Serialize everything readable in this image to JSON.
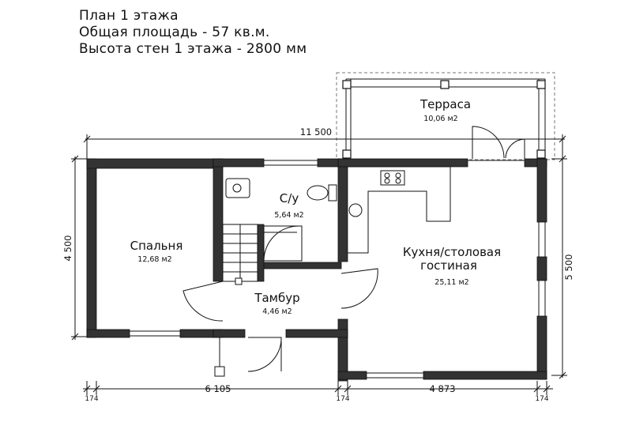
{
  "title": {
    "line1": "План 1 этажа",
    "line2": "Общая площадь - 57 кв.м.",
    "line3": "Высота стен 1 этажа - 2800 мм"
  },
  "rooms": {
    "terrace": {
      "name": "Терраса",
      "area": "10,06 м2"
    },
    "bathroom": {
      "name": "С/у",
      "area": "5,64 м2"
    },
    "bedroom": {
      "name": "Спальня",
      "area": "12,68 м2"
    },
    "kitchen": {
      "name_line1": "Кухня/столовая",
      "name_line2": "гостиная",
      "area": "25,11 м2"
    },
    "vestibule": {
      "name": "Тамбур",
      "area": "4,46 м2"
    }
  },
  "dimensions": {
    "total_width": "11 500",
    "left_depth": "4 500",
    "right_depth": "5 500",
    "bottom_wall_left": "174",
    "bottom_left_span": "6 105",
    "bottom_wall_middle": "174",
    "bottom_right_span": "4 873",
    "bottom_wall_right": "174"
  },
  "colors": {
    "wall": "#333333",
    "line": "#111111",
    "dashed": "#777777"
  }
}
